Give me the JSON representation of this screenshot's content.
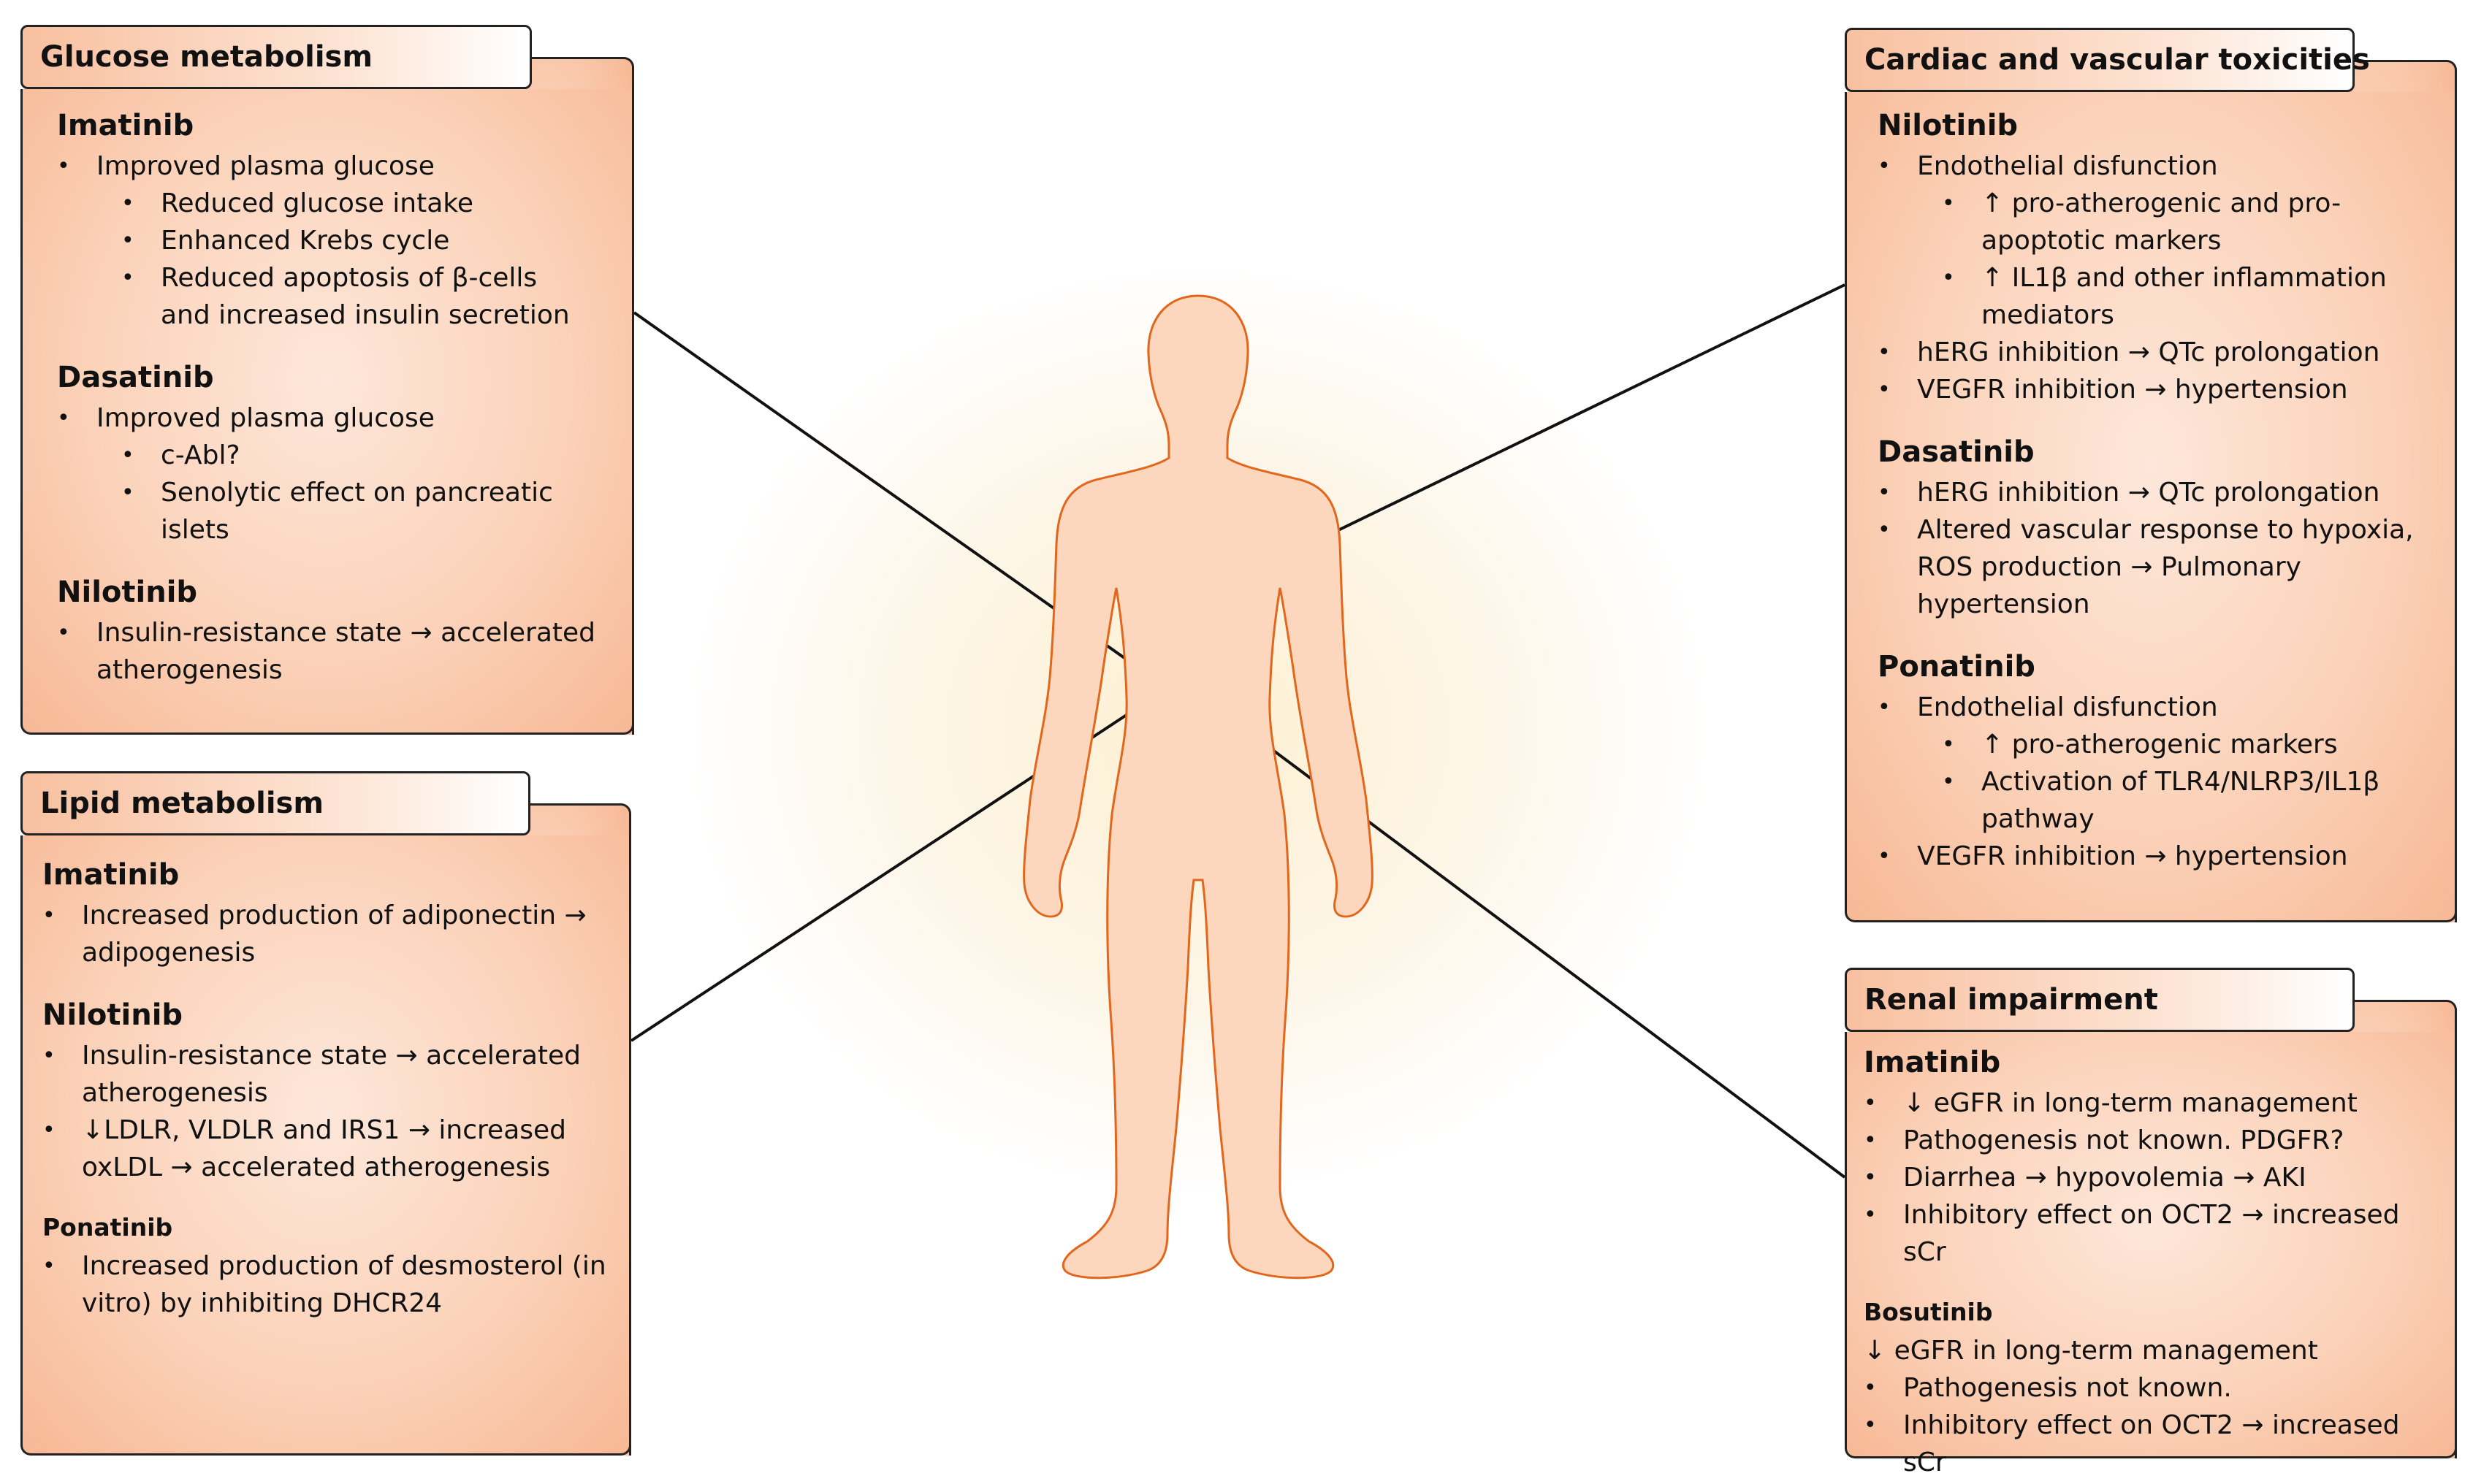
{
  "panels": {
    "glucose": {
      "title": "Glucose metabolism",
      "sections": [
        {
          "drug": "Imatinib",
          "items": [
            {
              "level": 1,
              "text": "Improved plasma glucose"
            },
            {
              "level": 2,
              "text": "Reduced glucose intake"
            },
            {
              "level": 2,
              "text": "Enhanced Krebs cycle"
            },
            {
              "level": 2,
              "text": "Reduced apoptosis of β-cells and increased insulin secretion"
            }
          ]
        },
        {
          "drug": "Dasatinib",
          "items": [
            {
              "level": 1,
              "text": "Improved plasma glucose"
            },
            {
              "level": 2,
              "text": "c-Abl?"
            },
            {
              "level": 2,
              "text": "Senolytic effect on pancreatic islets"
            }
          ]
        },
        {
          "drug": "Nilotinib",
          "items": [
            {
              "level": 1,
              "text": "Insulin-resistance state → accelerated atherogenesis"
            }
          ]
        }
      ]
    },
    "lipid": {
      "title": "Lipid metabolism",
      "sections": [
        {
          "drug": "Imatinib",
          "items": [
            {
              "level": 1,
              "text": "Increased production of adiponectin → adipogenesis"
            }
          ]
        },
        {
          "drug": "Nilotinib",
          "items": [
            {
              "level": 1,
              "text": "Insulin-resistance state → accelerated atherogenesis"
            },
            {
              "level": 1,
              "text": "↓LDLR, VLDLR and IRS1 → increased oxLDL → accelerated atherogenesis"
            }
          ]
        },
        {
          "drug": "Ponatinib",
          "small": true,
          "items": [
            {
              "level": 1,
              "text": "Increased production of desmosterol (in vitro) by inhibiting DHCR24"
            }
          ]
        }
      ]
    },
    "cardiac": {
      "title": "Cardiac and vascular toxicities",
      "sections": [
        {
          "drug": "Nilotinib",
          "items": [
            {
              "level": 1,
              "text": "Endothelial disfunction"
            },
            {
              "level": 2,
              "text": "↑ pro-atherogenic and pro-apoptotic markers"
            },
            {
              "level": 2,
              "text": "↑ IL1β and other inflammation mediators"
            },
            {
              "level": 1,
              "text": "hERG inhibition → QTc prolongation"
            },
            {
              "level": 1,
              "text": "VEGFR inhibition → hypertension"
            }
          ]
        },
        {
          "drug": "Dasatinib",
          "items": [
            {
              "level": 1,
              "text": "hERG inhibition → QTc prolongation"
            },
            {
              "level": 1,
              "text": "Altered vascular response to hypoxia, ROS production → Pulmonary hypertension"
            }
          ]
        },
        {
          "drug": "Ponatinib",
          "items": [
            {
              "level": 1,
              "text": "Endothelial disfunction"
            },
            {
              "level": 2,
              "text": "↑ pro-atherogenic markers"
            },
            {
              "level": 2,
              "text": "Activation of TLR4/NLRP3/IL1β pathway"
            },
            {
              "level": 1,
              "text": "VEGFR inhibition → hypertension"
            }
          ]
        }
      ]
    },
    "renal": {
      "title": "Renal impairment",
      "sections": [
        {
          "drug": "Imatinib",
          "items": [
            {
              "level": 1,
              "text": "↓ eGFR in long-term management"
            },
            {
              "level": 1,
              "text": "Pathogenesis not known. PDGFR?"
            },
            {
              "level": 1,
              "text": "Diarrhea → hypovolemia → AKI"
            },
            {
              "level": 1,
              "text": "Inhibitory effect on OCT2 → increased sCr"
            }
          ]
        },
        {
          "drug": "Bosutinib",
          "small": true,
          "items": [
            {
              "level": 0,
              "text": "↓ eGFR in long-term management"
            },
            {
              "level": 1,
              "text": "Pathogenesis not known."
            },
            {
              "level": 1,
              "text": "Inhibitory effect on OCT2 → increased sCr"
            }
          ]
        }
      ]
    }
  },
  "colors": {
    "panel_fill": "#fbd2b9",
    "panel_edge": "#f7b895",
    "body_fill": "#fdd7bd",
    "body_outline": "#e2661c",
    "line": "#111111"
  },
  "icons": {
    "figure": "human-body-silhouette-icon"
  }
}
